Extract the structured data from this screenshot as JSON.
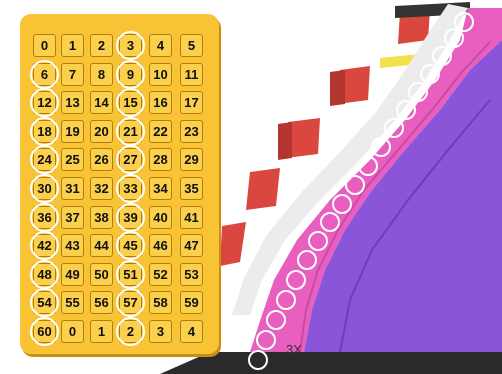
{
  "hundred_chart": {
    "rows": [
      [
        {
          "n": "0"
        },
        {
          "n": "1"
        },
        {
          "n": "2"
        },
        {
          "n": "3",
          "hl": true
        },
        {
          "n": "4"
        },
        {
          "n": "5"
        }
      ],
      [
        {
          "n": "6",
          "hl": true
        },
        {
          "n": "7"
        },
        {
          "n": "8"
        },
        {
          "n": "9",
          "hl": true
        },
        {
          "n": "10"
        },
        {
          "n": "11"
        }
      ],
      [
        {
          "n": "12",
          "hl": true
        },
        {
          "n": "13"
        },
        {
          "n": "14"
        },
        {
          "n": "15",
          "hl": true
        },
        {
          "n": "16"
        },
        {
          "n": "17"
        }
      ],
      [
        {
          "n": "18",
          "hl": true
        },
        {
          "n": "19"
        },
        {
          "n": "20"
        },
        {
          "n": "21",
          "hl": true
        },
        {
          "n": "22"
        },
        {
          "n": "23"
        }
      ],
      [
        {
          "n": "24",
          "hl": true
        },
        {
          "n": "25"
        },
        {
          "n": "26"
        },
        {
          "n": "27",
          "hl": true
        },
        {
          "n": "28"
        },
        {
          "n": "29"
        }
      ],
      [
        {
          "n": "30",
          "hl": true
        },
        {
          "n": "31"
        },
        {
          "n": "32"
        },
        {
          "n": "33",
          "hl": true
        },
        {
          "n": "34"
        },
        {
          "n": "35"
        }
      ],
      [
        {
          "n": "36",
          "hl": true
        },
        {
          "n": "37"
        },
        {
          "n": "38"
        },
        {
          "n": "39",
          "hl": true
        },
        {
          "n": "40"
        },
        {
          "n": "41"
        }
      ],
      [
        {
          "n": "42",
          "hl": true
        },
        {
          "n": "43"
        },
        {
          "n": "44"
        },
        {
          "n": "45",
          "hl": true
        },
        {
          "n": "46"
        },
        {
          "n": "47"
        }
      ],
      [
        {
          "n": "48",
          "hl": true
        },
        {
          "n": "49"
        },
        {
          "n": "50"
        },
        {
          "n": "51",
          "hl": true
        },
        {
          "n": "52"
        },
        {
          "n": "53"
        }
      ],
      [
        {
          "n": "54",
          "hl": true
        },
        {
          "n": "55"
        },
        {
          "n": "56"
        },
        {
          "n": "57",
          "hl": true
        },
        {
          "n": "58"
        },
        {
          "n": "59"
        }
      ],
      [
        {
          "n": "60",
          "hl": true
        },
        {
          "n": "0"
        },
        {
          "n": "1"
        },
        {
          "n": "2",
          "hl": true
        },
        {
          "n": "3"
        },
        {
          "n": "4"
        }
      ]
    ]
  },
  "dial": {
    "label": "3X"
  },
  "colors": {
    "card": "#f8c436",
    "cell_border": "#b47c08",
    "highlight_ring": "#ffffff",
    "ring_pink": "#e85fc0",
    "ring_purple": "#8a55d8",
    "ring_white": "#ececec",
    "ring_red": "#d9473f"
  }
}
